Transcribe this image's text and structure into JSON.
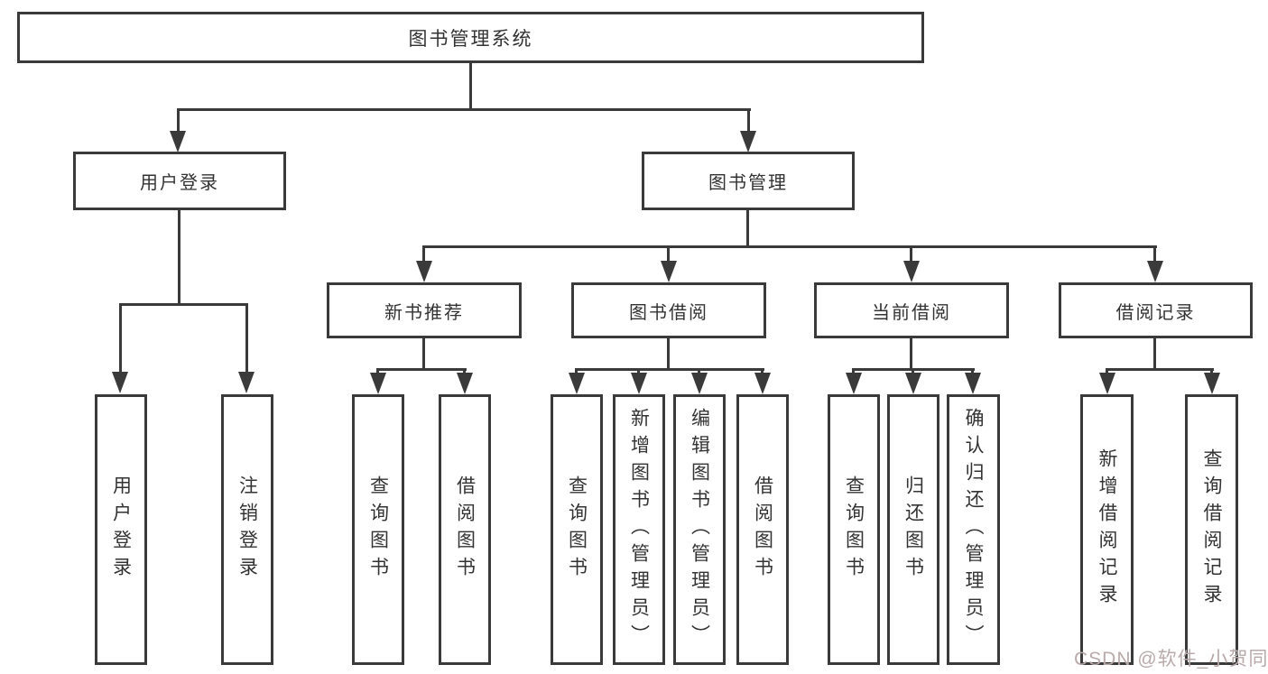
{
  "diagram": {
    "root": {
      "label": "图书管理系统"
    },
    "level2": [
      {
        "id": "user-login",
        "label": "用户登录",
        "children": [
          {
            "label": "用户登录"
          },
          {
            "label": "注销登录"
          }
        ]
      },
      {
        "id": "book-management",
        "label": "图书管理"
      }
    ],
    "level3": [
      {
        "id": "new-book-recommend",
        "label": "新书推荐",
        "children": [
          {
            "label": "查询图书"
          },
          {
            "label": "借阅图书"
          }
        ]
      },
      {
        "id": "book-borrowing",
        "label": "图书借阅",
        "children": [
          {
            "label": "查询图书"
          },
          {
            "label": "新增图书（管理员）"
          },
          {
            "label": "编辑图书（管理员）"
          },
          {
            "label": "借阅图书"
          }
        ]
      },
      {
        "id": "current-borrowing",
        "label": "当前借阅",
        "children": [
          {
            "label": "查询图书"
          },
          {
            "label": "归还图书"
          },
          {
            "label": "确认归还（管理员）"
          }
        ]
      },
      {
        "id": "borrowing-records",
        "label": "借阅记录",
        "children": [
          {
            "label": "新增借阅记录"
          },
          {
            "label": "查询借阅记录"
          }
        ]
      }
    ]
  },
  "watermark": {
    "text": "CSDN @软件_小贺同学"
  },
  "colors": {
    "line": "#3a3a3a",
    "text": "#333333",
    "watermark": "#b9aaaa",
    "background": "#ffffff"
  }
}
